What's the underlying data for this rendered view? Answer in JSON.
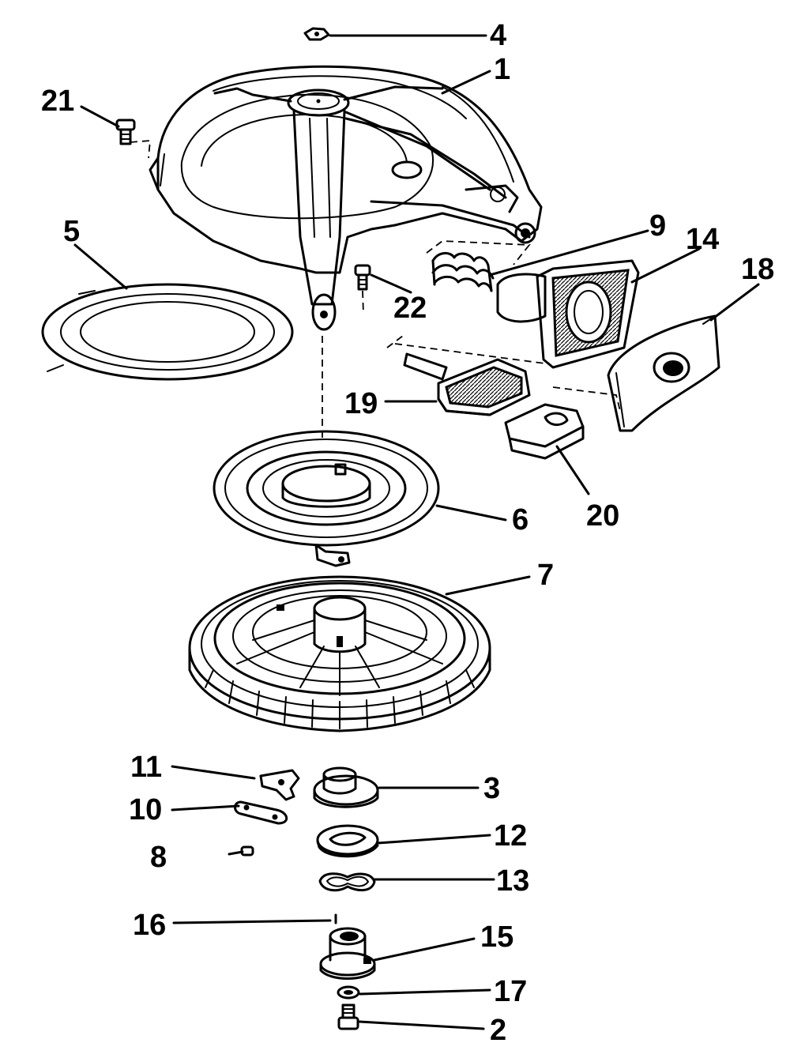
{
  "callouts": {
    "p1": "1",
    "p2": "2",
    "p3": "3",
    "p4": "4",
    "p5": "5",
    "p6": "6",
    "p7": "7",
    "p8": "8",
    "p9": "9",
    "p10": "10",
    "p11": "11",
    "p12": "12",
    "p13": "13",
    "p14": "14",
    "p15": "15",
    "p16": "16",
    "p17": "17",
    "p18": "18",
    "p19": "19",
    "p20": "20",
    "p21": "21",
    "p22": "22"
  },
  "colors": {
    "ink": "#000000",
    "paper": "#ffffff"
  }
}
